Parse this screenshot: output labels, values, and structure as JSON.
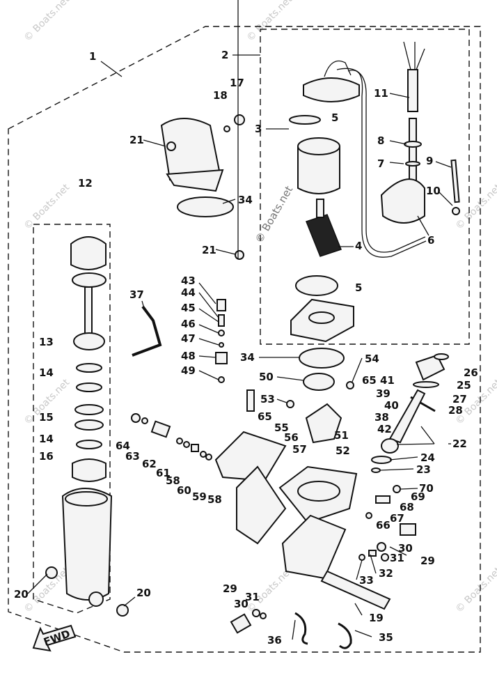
{
  "diagram": {
    "watermark": "© Boats.net",
    "fwd_label": "FWD",
    "footer_text": "",
    "labels": {
      "l1": "1",
      "l2": "2",
      "l3": "3",
      "l4": "4",
      "l5a": "5",
      "l5b": "5",
      "l6": "6",
      "l7": "7",
      "l8": "8",
      "l9": "9",
      "l10": "10",
      "l11": "11",
      "l12": "12",
      "l13": "13",
      "l14a": "14",
      "l14b": "14",
      "l15": "15",
      "l16": "16",
      "l17": "17",
      "l18": "18",
      "l19": "19",
      "l20a": "20",
      "l20b": "20",
      "l21a": "21",
      "l21b": "21",
      "l22": "22",
      "l23": "23",
      "l24": "24",
      "l25": "25",
      "l26": "26",
      "l27": "27",
      "l28": "28",
      "l29a": "29",
      "l29b": "29",
      "l30a": "30",
      "l30b": "30",
      "l31a": "31",
      "l31b": "31",
      "l32": "32",
      "l33": "33",
      "l34a": "34",
      "l34b": "34",
      "l35": "35",
      "l36": "36",
      "l37": "37",
      "l38": "38",
      "l39": "39",
      "l40": "40",
      "l41": "41",
      "l42": "42",
      "l43": "43",
      "l44": "44",
      "l45": "45",
      "l46": "46",
      "l47": "47",
      "l48": "48",
      "l49": "49",
      "l50": "50",
      "l51": "51",
      "l52": "52",
      "l53": "53",
      "l54": "54",
      "l55": "55",
      "l56": "56",
      "l57": "57",
      "l58a": "58",
      "l58b": "58",
      "l59": "59",
      "l60": "60",
      "l61": "61",
      "l62": "62",
      "l63": "63",
      "l64": "64",
      "l65a": "65",
      "l65b": "65",
      "l66": "66",
      "l67": "67",
      "l68": "68",
      "l69": "69",
      "l70": "70"
    }
  }
}
